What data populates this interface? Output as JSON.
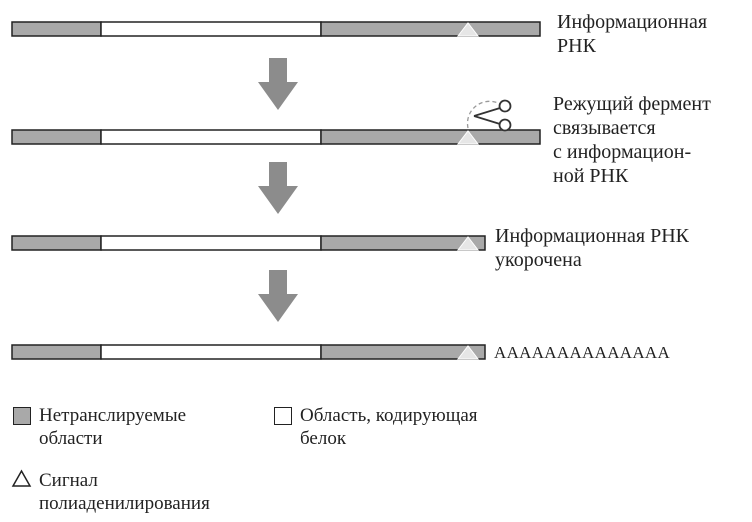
{
  "colors": {
    "utr_fill": "#a9a9a9",
    "coding_fill": "#ffffff",
    "outline": "#222222",
    "arrow_fill": "#8c8c8c",
    "signal_fill": "#e6e6e6"
  },
  "steps": [
    {
      "lines": [
        "Информационная",
        "РНК"
      ]
    },
    {
      "lines": [
        "Режущий фермент",
        "связывается",
        "с информацион-",
        "ной РНК"
      ]
    },
    {
      "lines": [
        "Информационная РНК",
        "укорочена"
      ]
    }
  ],
  "poly_a_tail": "AAAAAAAAAAAAAA",
  "legend": {
    "utr": {
      "lines": [
        "Нетранслируемые",
        "области"
      ]
    },
    "coding": {
      "lines": [
        "Область, кодирующая",
        "белок"
      ]
    },
    "signal": {
      "lines": [
        "Сигнал",
        "полиаденилирования"
      ]
    }
  },
  "icons": {
    "arrow": "down-arrow-icon",
    "scissors": "scissors-icon",
    "signal": "triangle-icon"
  }
}
